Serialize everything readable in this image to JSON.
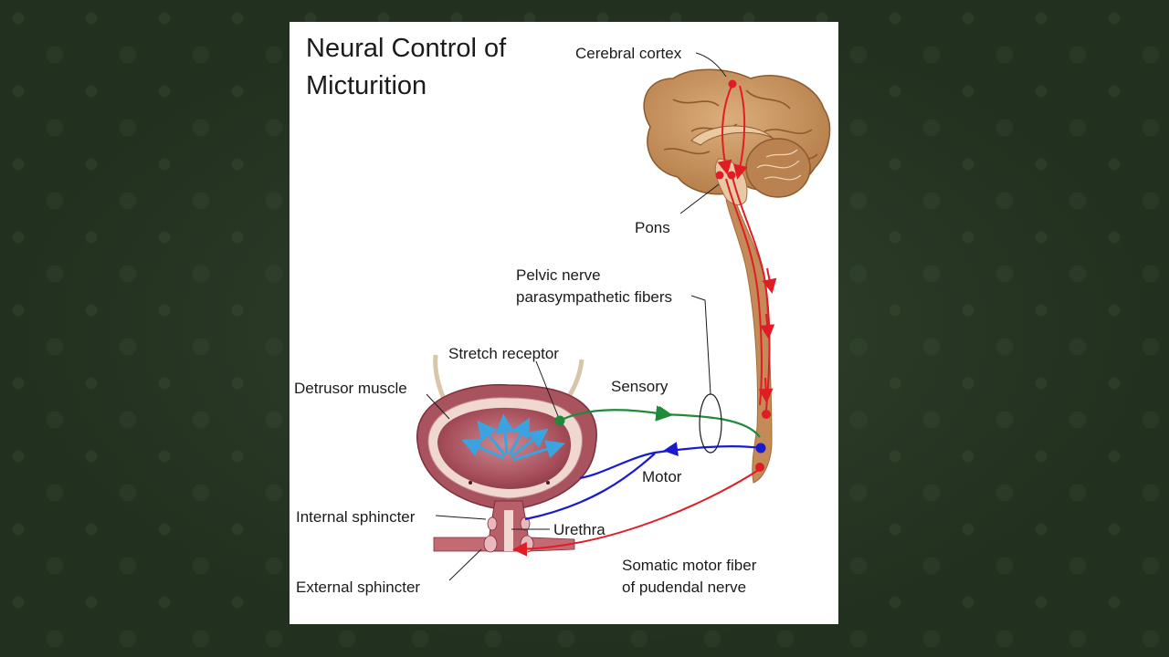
{
  "diagram": {
    "title_line1": "Neural Control of",
    "title_line2": "Micturition",
    "labels": {
      "cerebral_cortex": "Cerebral cortex",
      "pons": "Pons",
      "pelvic_nerve_line1": "Pelvic nerve",
      "pelvic_nerve_line2": "parasympathetic fibers",
      "stretch_receptor": "Stretch receptor",
      "detrusor_muscle": "Detrusor muscle",
      "sensory": "Sensory",
      "motor": "Motor",
      "internal_sphincter": "Internal  sphincter",
      "urethra": "Urethra",
      "external_sphincter": "External  sphincter",
      "somatic_line1": "Somatic motor fiber",
      "somatic_line2": "of pudendal nerve"
    },
    "colors": {
      "sensory_pathway": "#1f8a3a",
      "motor_pathway": "#1a1ad0",
      "descending_pathway": "#e01c24",
      "stretch_arrows": "#3aa3e0",
      "brain": "#c9935e",
      "bladder": "#b8606a"
    }
  }
}
